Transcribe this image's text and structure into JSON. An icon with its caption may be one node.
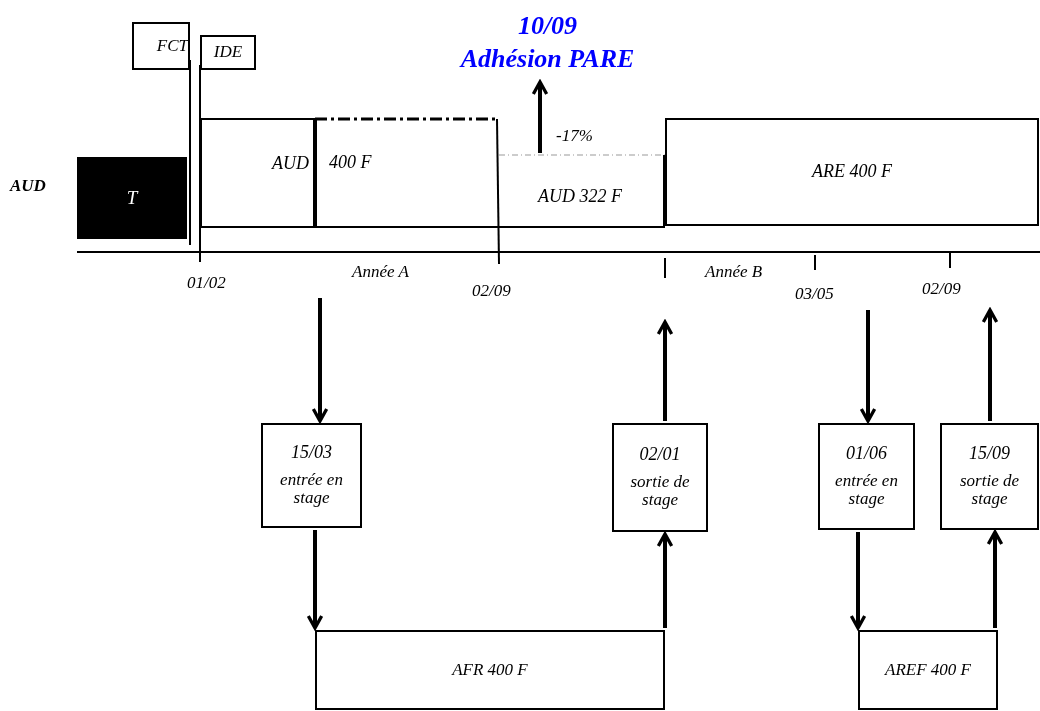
{
  "diagram": {
    "nodes": [
      {
        "text": [
          "T"
        ]
      },
      {
        "text": [
          "FCT"
        ]
      },
      {
        "text": [
          "IDE"
        ]
      },
      {
        "text": [
          "AUD"
        ]
      },
      {
        "text": [
          "400 F"
        ]
      },
      {
        "text": [
          "AUD 322 F"
        ]
      },
      {
        "text": [
          "ARE 400 F"
        ]
      },
      {
        "text": [
          "10/09",
          "Adhésion PARE"
        ]
      },
      {
        "text": [
          "15/03",
          "entrée en stage"
        ]
      },
      {
        "text": [
          "02/01",
          "sortie de stage"
        ]
      },
      {
        "text": [
          "01/06",
          "entrée en stage"
        ]
      },
      {
        "text": [
          "15/09",
          "sortie de stage"
        ]
      },
      {
        "text": [
          "AFR 400 F"
        ]
      },
      {
        "text": [
          "AREF 400 F"
        ]
      }
    ],
    "edges": [
      {
        "from": 5,
        "to": 7,
        "arrow": "to"
      },
      {
        "from": null,
        "to": 8,
        "arrow": "to"
      },
      {
        "from": 8,
        "to": 12,
        "arrow": "to"
      },
      {
        "from": 12,
        "to": 9,
        "arrow": "to"
      },
      {
        "from": 9,
        "to": null,
        "arrow": "to"
      },
      {
        "from": null,
        "to": 10,
        "arrow": "to"
      },
      {
        "from": 10,
        "to": 13,
        "arrow": "to"
      },
      {
        "from": 13,
        "to": 11,
        "arrow": "to"
      },
      {
        "from": 11,
        "to": null,
        "arrow": "to"
      }
    ],
    "labels": [
      "AUD",
      "-17%",
      "01/02",
      "Année A",
      "02/09",
      "Année B",
      "03/05",
      "02/09"
    ]
  }
}
